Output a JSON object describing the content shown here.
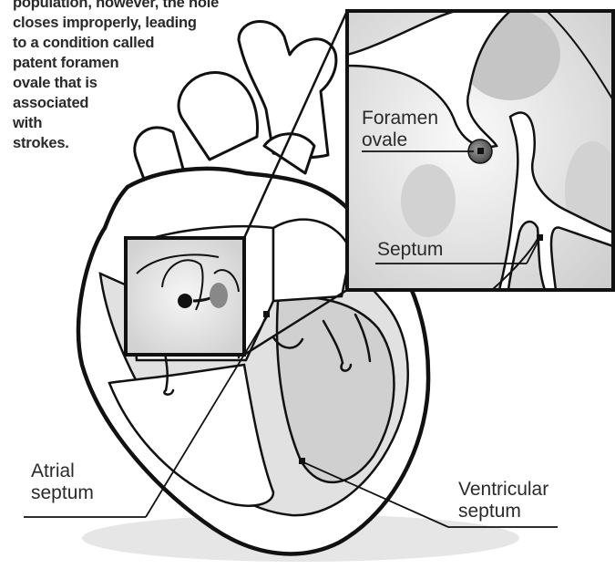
{
  "caption_lines": [
    "population, however, the hole",
    "closes improperly, leading",
    "to a condition called",
    "patent foramen",
    "ovale that is",
    "associated",
    "with",
    "strokes."
  ],
  "labels": {
    "foramen_ovale": [
      "Foramen",
      "ovale"
    ],
    "septum": "Septum",
    "atrial_septum": [
      "Atrial",
      "septum"
    ],
    "ventricular_septum": [
      "Ventricular",
      "septum"
    ]
  }
}
